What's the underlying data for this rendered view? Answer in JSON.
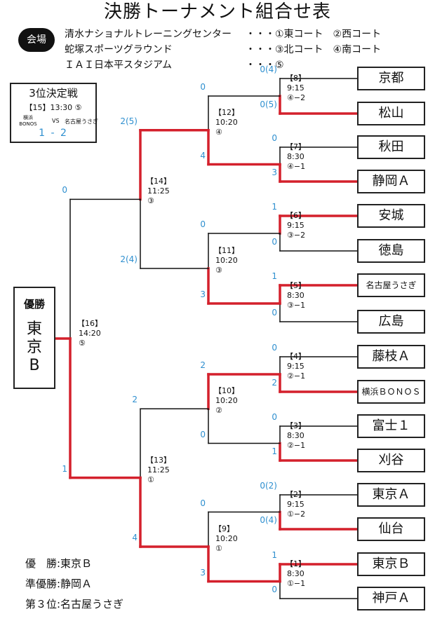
{
  "title": "決勝トーナメント組合せ表",
  "venue": {
    "badge": "会場",
    "lines": [
      {
        "name": "清水ナショナルトレーニングセンター",
        "courts": "・・・①東コート　②西コート"
      },
      {
        "name": "蛇塚スポーツグラウンド",
        "courts": "・・・③北コート　④南コート"
      },
      {
        "name": "ＩＡＩ日本平スタジアム",
        "courts": "・・・⑤"
      }
    ]
  },
  "third_place": {
    "title": "3位決定戦",
    "info": "【15】13:30 ⑤",
    "team1": "横浜\nBONOS",
    "vs": "VS",
    "team2": "名古屋うさぎ",
    "score": "1 - 2"
  },
  "teams": [
    "京都",
    "松山",
    "秋田",
    "静岡Ａ",
    "安城",
    "徳島",
    "名古屋うさぎ",
    "広島",
    "藤枝Ａ",
    "横浜ＢＯＮＯＳ",
    "富士１",
    "刈谷",
    "東京Ａ",
    "仙台",
    "東京Ｂ",
    "神戸Ａ"
  ],
  "r1": [
    {
      "label": "【8】",
      "time": "9:15",
      "court": "④−2",
      "s1": "0(4)",
      "s2": "0(5)"
    },
    {
      "label": "【7】",
      "time": "8:30",
      "court": "④−1",
      "s1": "0",
      "s2": "3"
    },
    {
      "label": "【6】",
      "time": "9:15",
      "court": "③−2",
      "s1": "1",
      "s2": "0"
    },
    {
      "label": "【5】",
      "time": "8:30",
      "court": "③−1",
      "s1": "1",
      "s2": "0"
    },
    {
      "label": "【4】",
      "time": "9:15",
      "court": "②−1",
      "s1": "0",
      "s2": "2"
    },
    {
      "label": "【3】",
      "time": "8:30",
      "court": "②−1",
      "s1": "0",
      "s2": "1"
    },
    {
      "label": "【2】",
      "time": "9:15",
      "court": "①−2",
      "s1": "0(2)",
      "s2": "0(4)"
    },
    {
      "label": "【1】",
      "time": "8:30",
      "court": "①−1",
      "s1": "1",
      "s2": "0"
    }
  ],
  "r2": [
    {
      "label": "【12】",
      "time": "10:20",
      "court": "④",
      "s1": "0",
      "s2": "4"
    },
    {
      "label": "【11】",
      "time": "10:20",
      "court": "③",
      "s1": "0",
      "s2": "3"
    },
    {
      "label": "【10】",
      "time": "10:20",
      "court": "②",
      "s1": "2",
      "s2": "0"
    },
    {
      "label": "【9】",
      "time": "10:20",
      "court": "①",
      "s1": "0",
      "s2": "3"
    }
  ],
  "r3": [
    {
      "label": "【14】",
      "time": "11:25",
      "court": "③",
      "s1": "2(5)",
      "s2": "2(4)"
    },
    {
      "label": "【13】",
      "time": "11:25",
      "court": "①",
      "s1": "2",
      "s2": "4"
    }
  ],
  "final": {
    "label": "【16】",
    "time": "14:20",
    "court": "⑤",
    "s1": "0",
    "s2": "1"
  },
  "champion": {
    "label": "優勝",
    "team": "東\n京\nB"
  },
  "results": [
    "優　勝:東京Ｂ",
    "準優勝:静岡Ａ",
    "第３位:名古屋うさぎ"
  ],
  "colors": {
    "winner": "#d4202c",
    "line": "#111111",
    "score": "#2e8fcf"
  }
}
